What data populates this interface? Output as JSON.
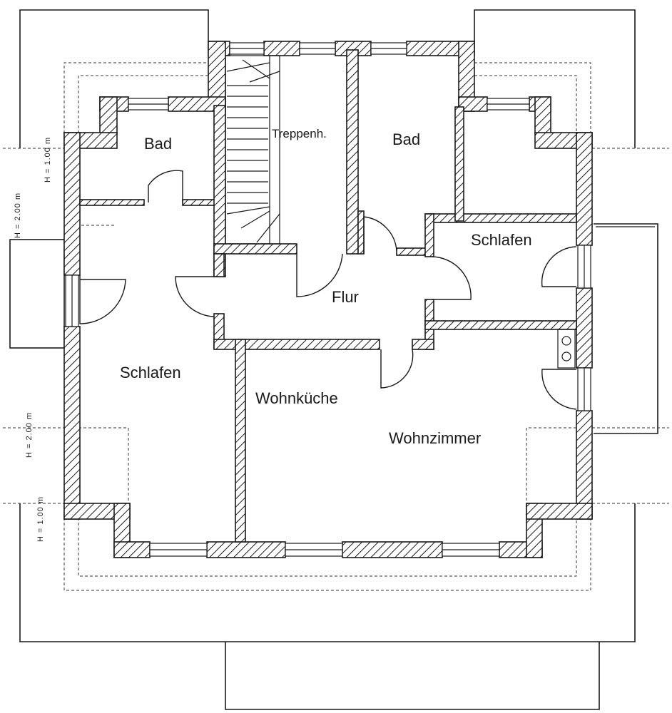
{
  "rooms": {
    "bad_left": "Bad",
    "treppenhaus": "Treppenh.",
    "bad_right": "Bad",
    "schlafen_right": "Schlafen",
    "flur": "Flur",
    "schlafen_left": "Schlafen",
    "wohnkueche": "Wohnküche",
    "wohnzimmer": "Wohnzimmer"
  },
  "dimensions": {
    "upper_h100": "H = 1.00 m",
    "upper_h200": "H = 2.00 m",
    "lower_h200": "H = 2.00 m",
    "lower_h100": "H = 1.00 m"
  }
}
